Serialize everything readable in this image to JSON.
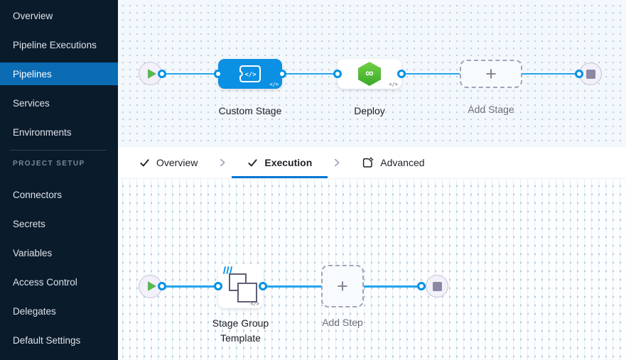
{
  "sidebar": {
    "items": [
      "Overview",
      "Pipeline Executions",
      "Pipelines",
      "Services",
      "Environments"
    ],
    "active_item": "Pipelines",
    "section_label": "PROJECT SETUP",
    "setup_items": [
      "Connectors",
      "Secrets",
      "Variables",
      "Access Control",
      "Delegates",
      "Default Settings"
    ]
  },
  "stage_pipeline": {
    "custom_stage_label": "Custom Stage",
    "deploy_label": "Deploy",
    "add_stage_label": "Add Stage"
  },
  "tabs": {
    "overview": "Overview",
    "execution": "Execution",
    "advanced": "Advanced",
    "active_tab": "Execution"
  },
  "step_pipeline": {
    "stage_group_label": "Stage Group Template",
    "add_step_label": "Add Step"
  },
  "icons": {
    "code_badge": "</>",
    "plus": "+",
    "deploy_symbol": "∞"
  },
  "colors": {
    "connector_blue": "#0092e4",
    "active_nav_blue": "#0b6bb3",
    "stage_node_blue": "#0b90e4",
    "deploy_green": "#42b02a",
    "tab_underline_blue": "#0278d5",
    "sidebar_bg": "#0a1b2c"
  }
}
